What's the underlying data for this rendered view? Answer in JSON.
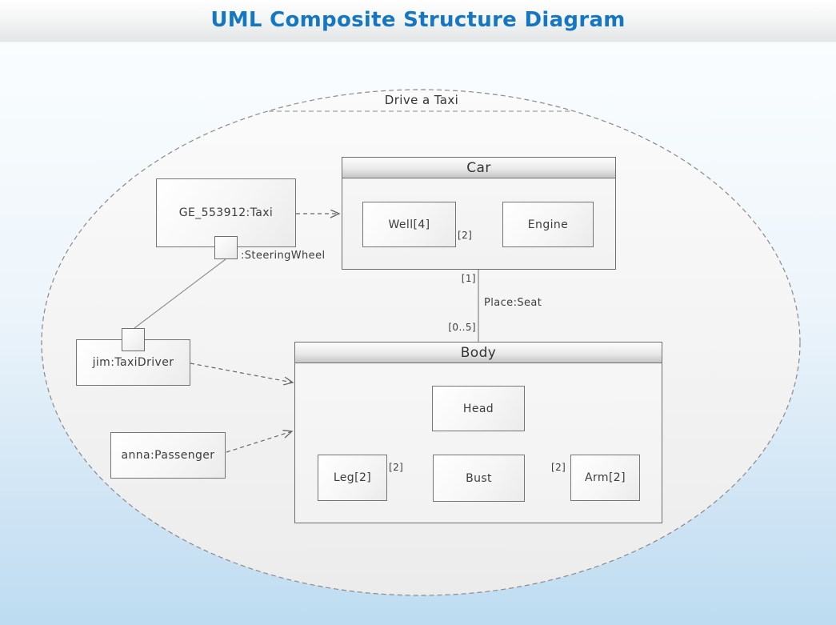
{
  "header": {
    "title": "UML Composite Structure Diagram"
  },
  "collaboration": {
    "name": "Drive a Taxi"
  },
  "taxi": {
    "label": "GE_553912:Taxi",
    "port_label": ":SteeringWheel"
  },
  "car": {
    "title": "Car",
    "well": "Well[4]",
    "engine": "Engine",
    "well_engine_mult": "[2]"
  },
  "seat": {
    "upper_mult": "[1]",
    "role": "Place:Seat",
    "lower_mult": "[0..5]"
  },
  "body": {
    "title": "Body",
    "head": "Head",
    "leg": "Leg[2]",
    "bust": "Bust",
    "arm": "Arm[2]",
    "leg_bust_mult": "[2]",
    "bust_arm_mult": "[2]"
  },
  "driver": {
    "label": "jim:TaxiDriver"
  },
  "passenger": {
    "label": "anna:Passenger"
  },
  "colors": {
    "title_blue": "#1577c2",
    "canvas_bottom_blue": "#bddcf1",
    "ellipse_fill": "#f2f2f2",
    "box_border": "#6e6e6e",
    "connector_gray": "#7a7a7a",
    "text": "#3d3d3d"
  }
}
